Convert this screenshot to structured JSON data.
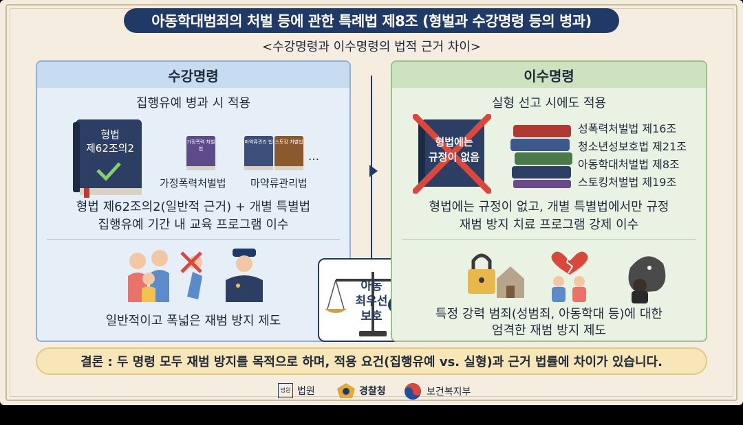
{
  "title": "아동학대범죄의 처벌 등에 관한 특례법 제8조 (형벌과 수강명령 등의 병과)",
  "subtitle": "<수강명령과 이수명령의 법적 근거 차이>",
  "left": {
    "heading": "수강명령",
    "sub": "집행유예 병과 시 적용",
    "main_book": "형법\n제62조의2",
    "main_book_line1": "형법",
    "main_book_line2": "제62조의2",
    "book_a_caption": "가정폭력처벌법",
    "book_b_caption": "마약류관리법",
    "book_a_spine": "가정폭력 처벌법",
    "book_b_spine": "마약류관리 법",
    "book_c_spine": "스토킹 처벌법",
    "ellipsis": "…",
    "desc_line1": "형법 제62조의2(일반적 근거) + 개별 특별법",
    "desc_line2": "집행유예 기간 내 교육 프로그램 이수",
    "bottom_desc": "일반적이고 폭넓은 재범 방지 제도"
  },
  "right": {
    "heading": "이수명령",
    "sub": "실형 선고 시에도 적용",
    "crossed_book_line1": "형법에는",
    "crossed_book_line2": "규정이 없음",
    "laws": [
      "성폭력처벌법 제16조",
      "청소년성보호법 제21조",
      "아동학대처벌법 제8조",
      "스토킹처벌법 제19조"
    ],
    "desc_line1": "형법에는 규정이 없고, 개별 특별법에서만 규정",
    "desc_line2": "재범 방지 치료 프로그램 강제 이수",
    "bottom_desc_line1": "특정 강력 범죄(성범죄, 아동학대 등)에 대한",
    "bottom_desc_line2": "엄격한 재범 방지 제도"
  },
  "scale": {
    "line1": "아동",
    "line2": "최우선",
    "line3": "보호"
  },
  "conclusion": "결론 : 두 명령 모두 재범 방지를 목적으로 하며, 적용 요건(집행유예 vs. 실형)과 근거 법률에 차이가 있습니다.",
  "logos": {
    "court_mark": "법원",
    "court": "법원",
    "police": "경찰청",
    "health": "보건복지부"
  },
  "colors": {
    "navy": "#1f3a66",
    "left_bg": "#e6eef8",
    "right_bg": "#eaf2e3",
    "conclusion_bg": "#f7e7b8",
    "red_x": "#d9483b"
  }
}
